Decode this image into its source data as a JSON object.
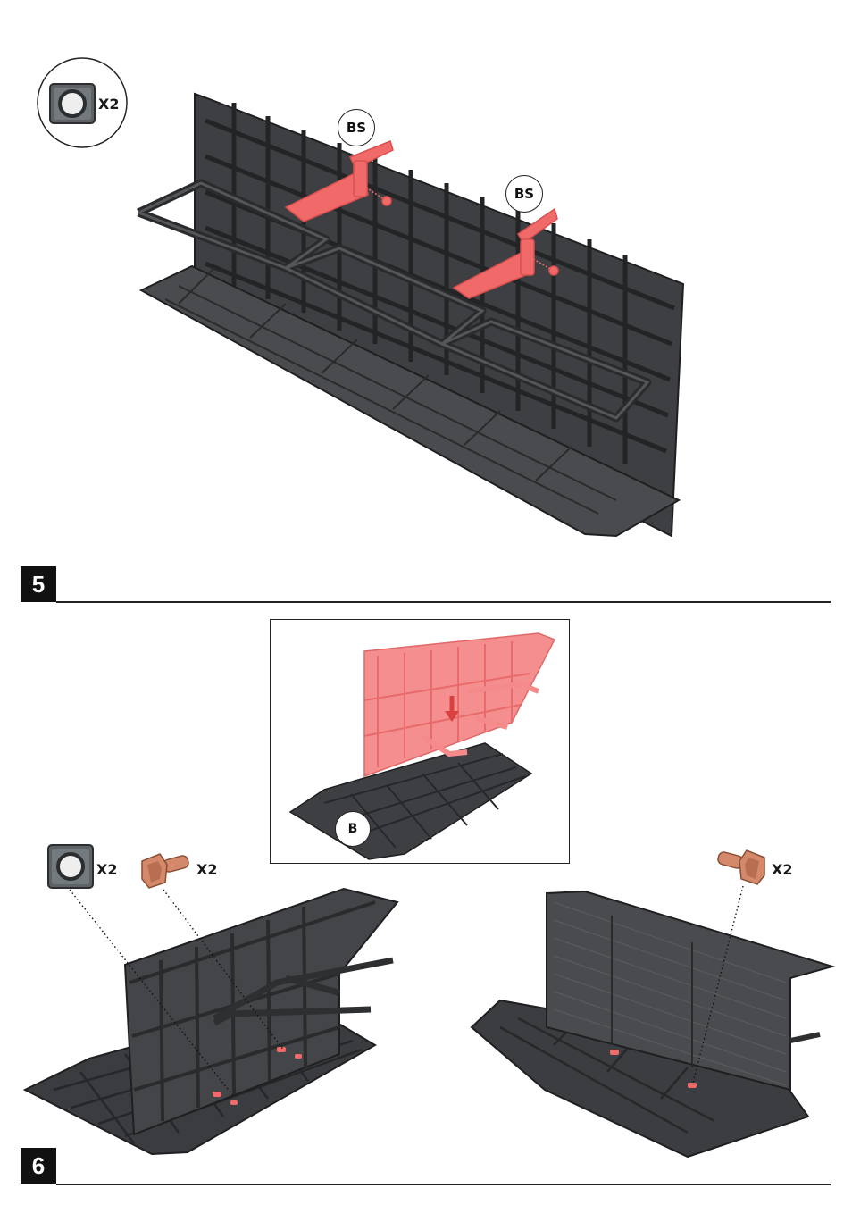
{
  "top_figure": {
    "parts_circle": {
      "quantity": "X2",
      "icon": "square-nut-icon"
    },
    "labels": [
      "BS",
      "BS"
    ]
  },
  "step5": {
    "number": "5"
  },
  "inset": {
    "label": "B"
  },
  "left_assembly": {
    "nut_quantity": "X2",
    "screw_quantity": "X2"
  },
  "right_assembly": {
    "screw_quantity": "X2"
  },
  "step6": {
    "number": "6"
  },
  "colors": {
    "plastic": "#3a3a3c",
    "plastic_light": "#5a5a5c",
    "highlight": "#f06a6a",
    "screw": "#d48a6a",
    "rule": "#222222"
  }
}
